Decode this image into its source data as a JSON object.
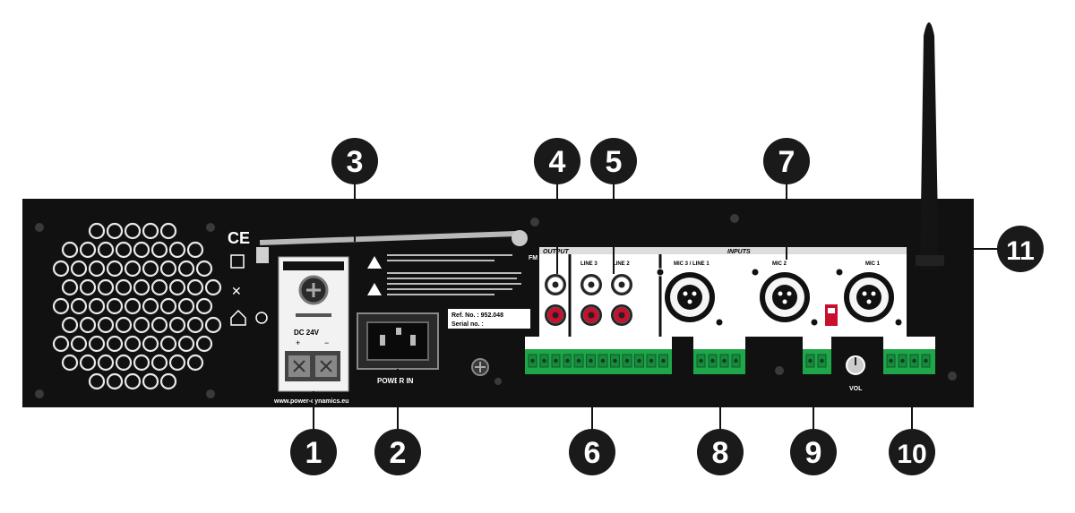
{
  "callouts": [
    {
      "num": "1"
    },
    {
      "num": "2"
    },
    {
      "num": "3"
    },
    {
      "num": "4"
    },
    {
      "num": "5"
    },
    {
      "num": "6"
    },
    {
      "num": "7"
    },
    {
      "num": "8"
    },
    {
      "num": "9"
    },
    {
      "num": "10"
    },
    {
      "num": "11"
    }
  ],
  "panel_text": {
    "dc_label": "DC 24V",
    "plus": "+",
    "minus": "−",
    "power_in": "POWER IN",
    "output": "OUTPUT",
    "inputs": "INPUTS",
    "line3": "LINE 3",
    "line2": "LINE 2",
    "mic3_line1": "MIC 3 / LINE 1",
    "mic2": "MIC 2",
    "mic1": "MIC 1",
    "fm": "FM",
    "ref_no": "Ref. No.  : 952.048",
    "serial_no": "Serial no. :",
    "vol": "VOL",
    "url": "www.power-dynamics.eu",
    "ce": "CE"
  },
  "colors": {
    "panel": "#111111",
    "callout_fill": "#1a1a1a",
    "terminal_green": "#1fa64a",
    "rca_red": "#c8102e",
    "label_bg": "#ffffff"
  }
}
